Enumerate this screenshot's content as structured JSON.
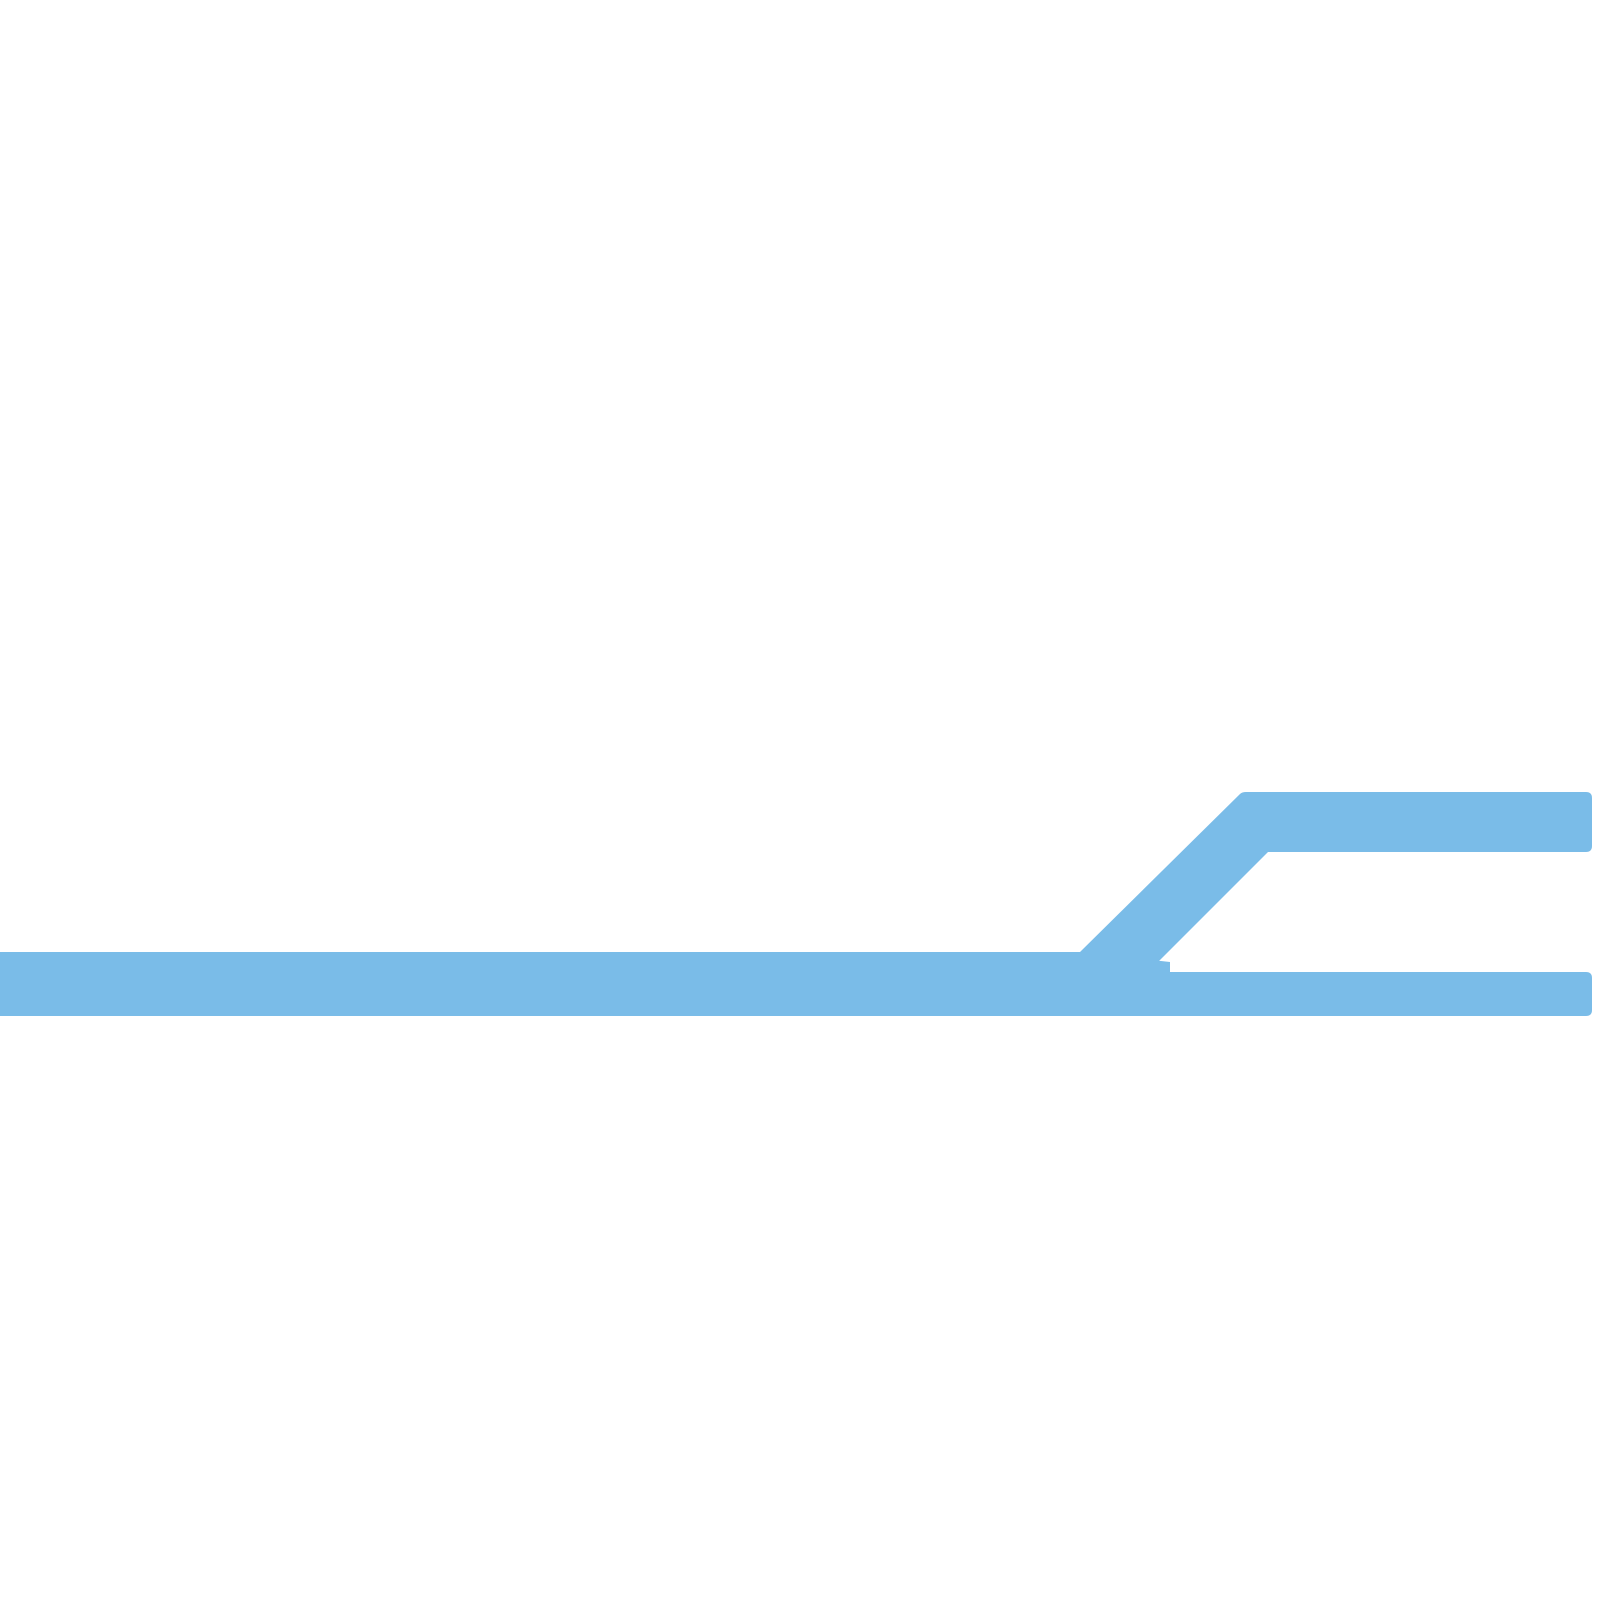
{
  "diagram": {
    "type": "track-schematic",
    "background_color": "#ffffff",
    "track_color": "#7abce8",
    "elements": [
      "main-track",
      "branch-track",
      "lower-spur"
    ]
  }
}
